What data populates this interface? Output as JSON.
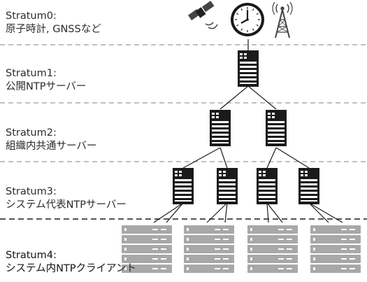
{
  "strata": [
    {
      "name": "Stratum0:",
      "desc": "原子時計, GNSSなど"
    },
    {
      "name": "Stratum1:",
      "desc": "公開NTPサーバー"
    },
    {
      "name": "Stratum2:",
      "desc": "組織内共通サーバー"
    },
    {
      "name": "Stratum3:",
      "desc": "システム代表NTPサーバー"
    },
    {
      "name": "Stratum4:",
      "desc": "システム内NTPクライアント"
    }
  ],
  "icons": {
    "satellite": "satellite-icon",
    "clock": "clock-icon",
    "antenna": "radio-tower-icon",
    "server": "server-tower-icon",
    "client": "rack-server-icon"
  },
  "colors": {
    "text": "#2b2b2b",
    "divider": "#9a9a9a",
    "divider_bold": "#555555",
    "server_dark": "#1a1a1a",
    "client_gray": "#a8a8a8",
    "line": "#1a1a1a"
  }
}
